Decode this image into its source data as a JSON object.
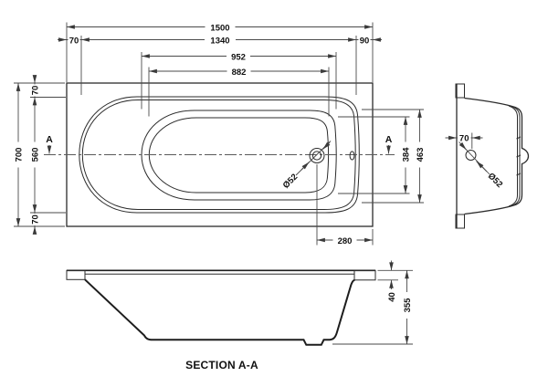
{
  "page": {
    "background": "#ffffff"
  },
  "style": {
    "line_color": "#2b2b2b",
    "dim_color": "#4a4a4a",
    "text_color": "#111111"
  },
  "plan_view": {
    "section_marker": "A",
    "dims": {
      "overall_length": "1500",
      "offset_left": "70",
      "rim_length": "1340",
      "offset_right": "90",
      "opening_length": "952",
      "floor_length": "882",
      "overall_width": "700",
      "offset_top": "70",
      "rim_width": "560",
      "offset_bottom": "70",
      "floor_width": "384",
      "opening_width": "463",
      "waste_to_end": "280",
      "waste_diameter": "Ø52"
    }
  },
  "end_view": {
    "dims": {
      "overflow_offset": "70",
      "overflow_diameter": "Ø52"
    }
  },
  "section_view": {
    "title": "SECTION A-A",
    "dims": {
      "rim_height": "40",
      "overall_depth": "355"
    }
  }
}
